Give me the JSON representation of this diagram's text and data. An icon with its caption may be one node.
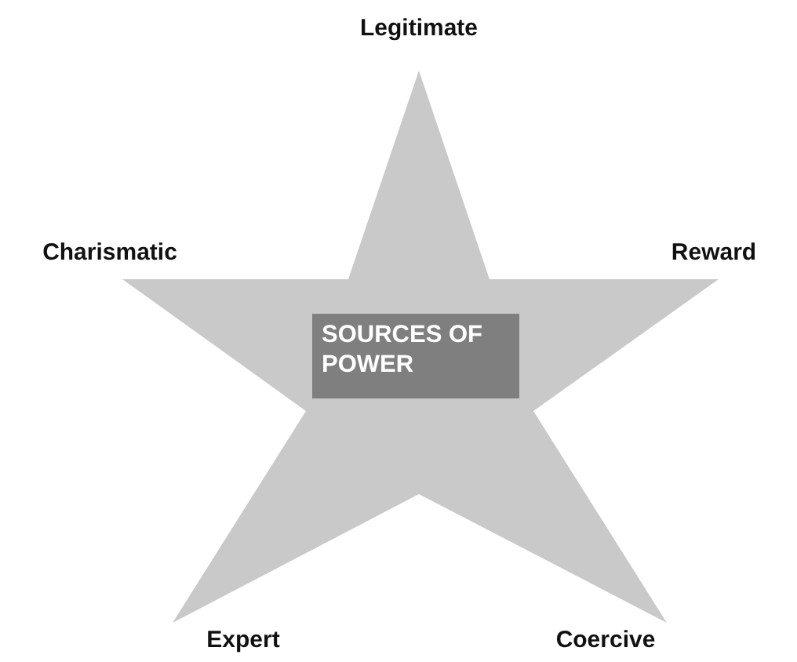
{
  "diagram": {
    "nodes": [
      {
        "text": [
          "SOURCES OF POWER"
        ]
      }
    ],
    "labels": [
      "Legitimate",
      "Charismatic",
      "Reward",
      "Expert",
      "Coercive"
    ]
  }
}
